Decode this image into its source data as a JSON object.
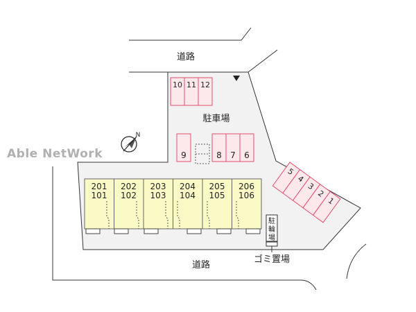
{
  "map": {
    "road_top": "道路",
    "road_bottom": "道路",
    "parking_lot": "駐車場",
    "bike_parking": "駐輪場",
    "garbage_area": "ゴミ置場",
    "compass_north": "N",
    "watermark": "Able NetWork"
  },
  "parking_spaces": {
    "top_row": [
      "10",
      "11",
      "12"
    ],
    "middle_single": [
      "9"
    ],
    "middle_row": [
      "8",
      "7",
      "6"
    ],
    "diagonal": [
      "5",
      "4",
      "3",
      "2",
      "1"
    ]
  },
  "units": [
    {
      "upper": "201",
      "lower": "101"
    },
    {
      "upper": "202",
      "lower": "102"
    },
    {
      "upper": "203",
      "lower": "103"
    },
    {
      "upper": "204",
      "lower": "104"
    },
    {
      "upper": "205",
      "lower": "105"
    },
    {
      "upper": "206",
      "lower": "106"
    }
  ],
  "colors": {
    "parking_border": "#e0506e",
    "parking_fill": "#fde8ec",
    "building_fill": "#fafac6",
    "site_fill": "#f2f2f2",
    "line": "#333333"
  }
}
